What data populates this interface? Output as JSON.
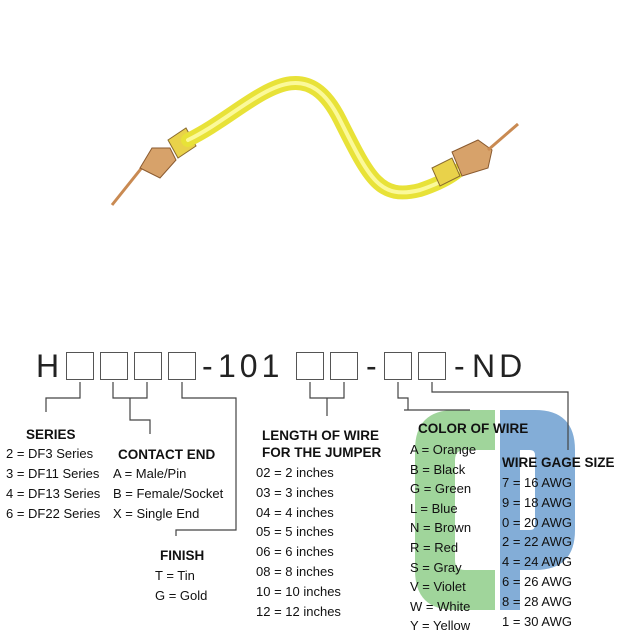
{
  "part_number": {
    "prefix": "H",
    "dash1": "-",
    "fixed_digits": "101",
    "dash2": "-",
    "dash3": "-",
    "suffix": "ND"
  },
  "series": {
    "heading": "SERIES",
    "items": [
      "2 = DF3 Series",
      "3 = DF11 Series",
      "4 = DF13 Series",
      "6 = DF22 Series"
    ]
  },
  "contact_end": {
    "heading": "CONTACT END",
    "items": [
      "A = Male/Pin",
      "B = Female/Socket",
      "X = Single End"
    ]
  },
  "finish": {
    "heading": "FINISH",
    "items": [
      "T = Tin",
      "G = Gold"
    ]
  },
  "length": {
    "heading_line1": "LENGTH OF WIRE",
    "heading_line2": "FOR THE JUMPER",
    "items": [
      "02 = 2 inches",
      "03 = 3 inches",
      "04 = 4 inches",
      "05 = 5 inches",
      "06 = 6 inches",
      "08 = 8 inches",
      "10 = 10 inches",
      "12 = 12 inches"
    ]
  },
  "color": {
    "heading": "COLOR OF WIRE",
    "items": [
      "A = Orange",
      "B = Black",
      "G = Green",
      "L = Blue",
      "N = Brown",
      "R = Red",
      "S = Gray",
      "V = Violet",
      "W = White",
      "Y = Yellow"
    ]
  },
  "gage": {
    "heading": "WIRE GAGE SIZE",
    "items": [
      "7 = 16 AWG",
      "9 = 18 AWG",
      "0 = 20 AWG",
      "2 = 22 AWG",
      "4 = 24 AWG",
      "6 = 26 AWG",
      "8 = 28 AWG",
      "1 = 30 AWG"
    ]
  },
  "colors": {
    "wire": "#f2ee3a",
    "watermark_green": "#8fce8a",
    "watermark_blue": "#6d9fd0",
    "connector": "#c8925a"
  }
}
